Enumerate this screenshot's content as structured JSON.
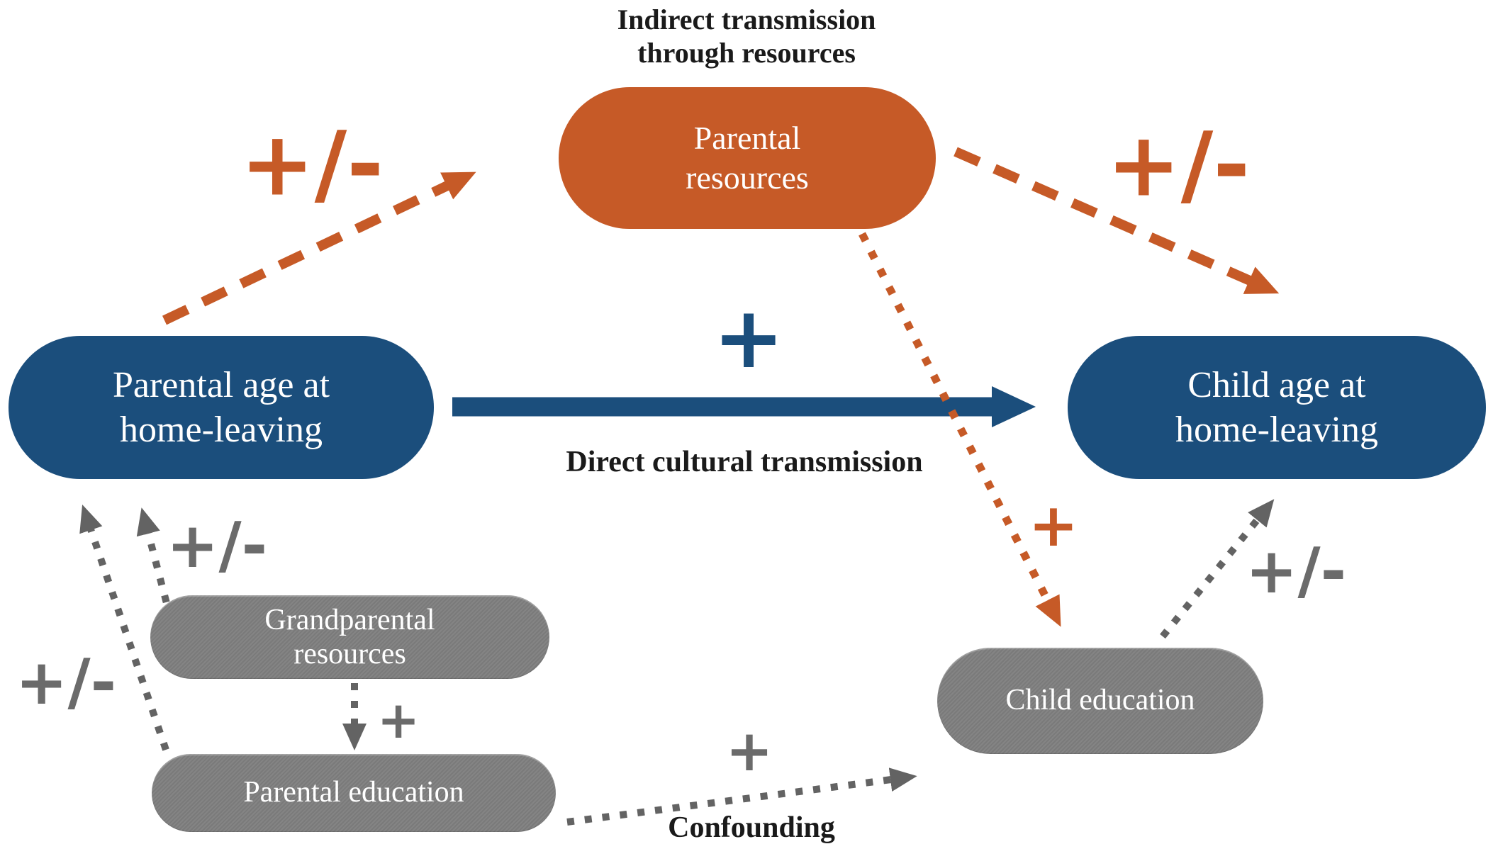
{
  "figure": {
    "caption_indirect": {
      "lines": [
        "Indirect transmission",
        "through resources"
      ]
    },
    "caption_direct": "Direct cultural transmission",
    "caption_confounding": "Confounding"
  },
  "nodes": {
    "parental_resources": {
      "lines": [
        "Parental",
        "resources"
      ]
    },
    "parental_age": {
      "lines": [
        "Parental age at",
        "home-leaving"
      ]
    },
    "child_age": {
      "lines": [
        "Child age at",
        "home-leaving"
      ]
    },
    "grandparental_resources": {
      "lines": [
        "Grandparental",
        "resources"
      ]
    },
    "parental_education": {
      "label": "Parental education"
    },
    "child_education": {
      "label": "Child education"
    }
  },
  "edge_signs": {
    "parental_age_to_resources": "+/-",
    "resources_to_child_age": "+/-",
    "direct_transmission": "+",
    "resources_to_child_education": "+",
    "grandparental_to_parental_age": "+/-",
    "parental_education_to_parental_age": "+/-",
    "grandparental_to_parental_education": "+",
    "confounding": "+",
    "child_education_to_child_age": "+/-"
  },
  "colors": {
    "orange": "#C65A27",
    "blue": "#1B4E7C",
    "node_gray": "#7E7E7E",
    "arrow_gray": "#636363",
    "node_text": "#FFFFFF",
    "caption_black": "#1A1A1A"
  }
}
